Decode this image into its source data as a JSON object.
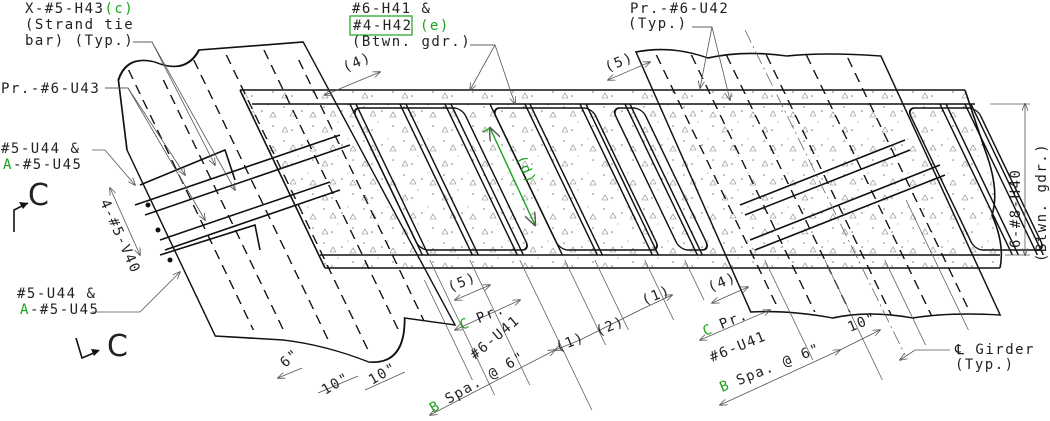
{
  "labels": {
    "h43_mark": "X-#5-H43",
    "h43_note_c": "(c)",
    "h43_line2": "(Strand tie",
    "h43_line3": "bar) (Typ.)",
    "h41_line1": "#6-H41 &",
    "h42_mark": "#4-H42",
    "h42_note_e": "(e)",
    "h41_line3": "(Btwn. gdr.)",
    "u43": "Pr.-#6-U43",
    "u44_top_line1": "#5-U44 &",
    "u45_top_prefix": "A",
    "u45_top_rest": "-#5-U45",
    "v40": "4-#5-V40",
    "u44_bot_line1": "#5-U44 &",
    "u45_bot_prefix": "A",
    "u45_bot_rest": "-#5-U45",
    "section_top": "C",
    "section_bot": "C",
    "u42_line1": "Pr.-#6-U42",
    "u42_line2": "(Typ.)",
    "h40": "6-#8-H40",
    "h40_note": "(Btwn. gdr.)",
    "cl_girder": "℄ Girder",
    "cl_typ": "(Typ.)"
  },
  "dimensions": {
    "left_4": "(4)",
    "right_5": "(5)",
    "left_5": "(5)",
    "right_4": "(4)",
    "d_note": "(d)",
    "dim_1a": "(1)",
    "dim_2": "(2)",
    "dim_1b": "(1)",
    "six_in": "6\"",
    "ten_in_a": "10\"",
    "ten_in_b": "10\"",
    "ten_in_c": "10\"",
    "left_c": "C",
    "left_pr": "Pr.",
    "left_u41": "#6-U41",
    "left_b": "B",
    "left_spa": "Spa. @ 6\"",
    "right_c": "C",
    "right_pr": "Pr.",
    "right_u41": "#6-U41",
    "right_b": "B",
    "right_spa": "Spa. @ 6\""
  },
  "colors": {
    "variable_green": "#1aa31a",
    "line": "#111111"
  }
}
